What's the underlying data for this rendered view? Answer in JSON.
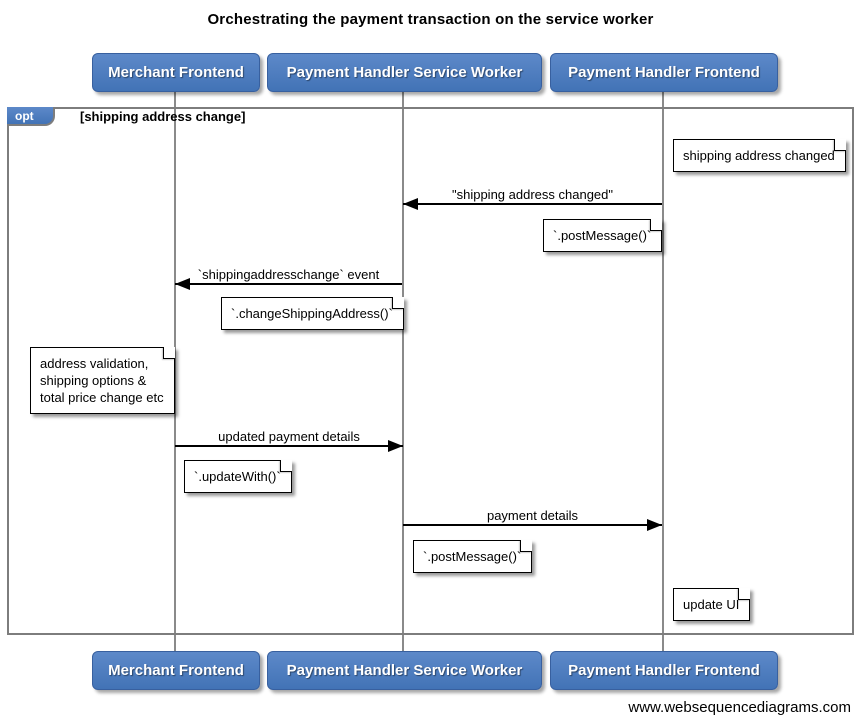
{
  "title": "Orchestrating the payment transaction on the service worker",
  "watermark": "www.websequencediagrams.com",
  "fragment": {
    "operator": "opt",
    "guard": "[shipping address change]"
  },
  "participants": {
    "merchant": "Merchant Frontend",
    "service_worker": "Payment Handler Service Worker",
    "frontend": "Payment Handler Frontend"
  },
  "messages": [
    {
      "label": "\"shipping address changed\"",
      "from": "Payment Handler Frontend",
      "to": "Payment Handler Service Worker",
      "direction": "left"
    },
    {
      "label": "`shippingaddresschange` event",
      "from": "Payment Handler Service Worker",
      "to": "Merchant Frontend",
      "direction": "left"
    },
    {
      "label": "updated payment details",
      "from": "Merchant Frontend",
      "to": "Payment Handler Service Worker",
      "direction": "right"
    },
    {
      "label": "payment details",
      "from": "Payment Handler Service Worker",
      "to": "Payment Handler Frontend",
      "direction": "right"
    }
  ],
  "notes": {
    "shipping_changed": "shipping address changed",
    "post_message_sw": "`.postMessage()`",
    "change_shipping_address": "`.changeShippingAddress()`",
    "validation": {
      "line1": "address validation,",
      "line2": "shipping options &",
      "line3": "total price change etc"
    },
    "update_with": "`.updateWith()`",
    "post_message_frontend": "`.postMessage()`",
    "update_ui": "update UI"
  },
  "colors": {
    "participant_blue": "#4c7dc0",
    "participant_border": "#38609f",
    "frame_gray": "#7d7d7d",
    "lifeline_gray": "#8a8a8a",
    "arrow_black": "#000000"
  }
}
